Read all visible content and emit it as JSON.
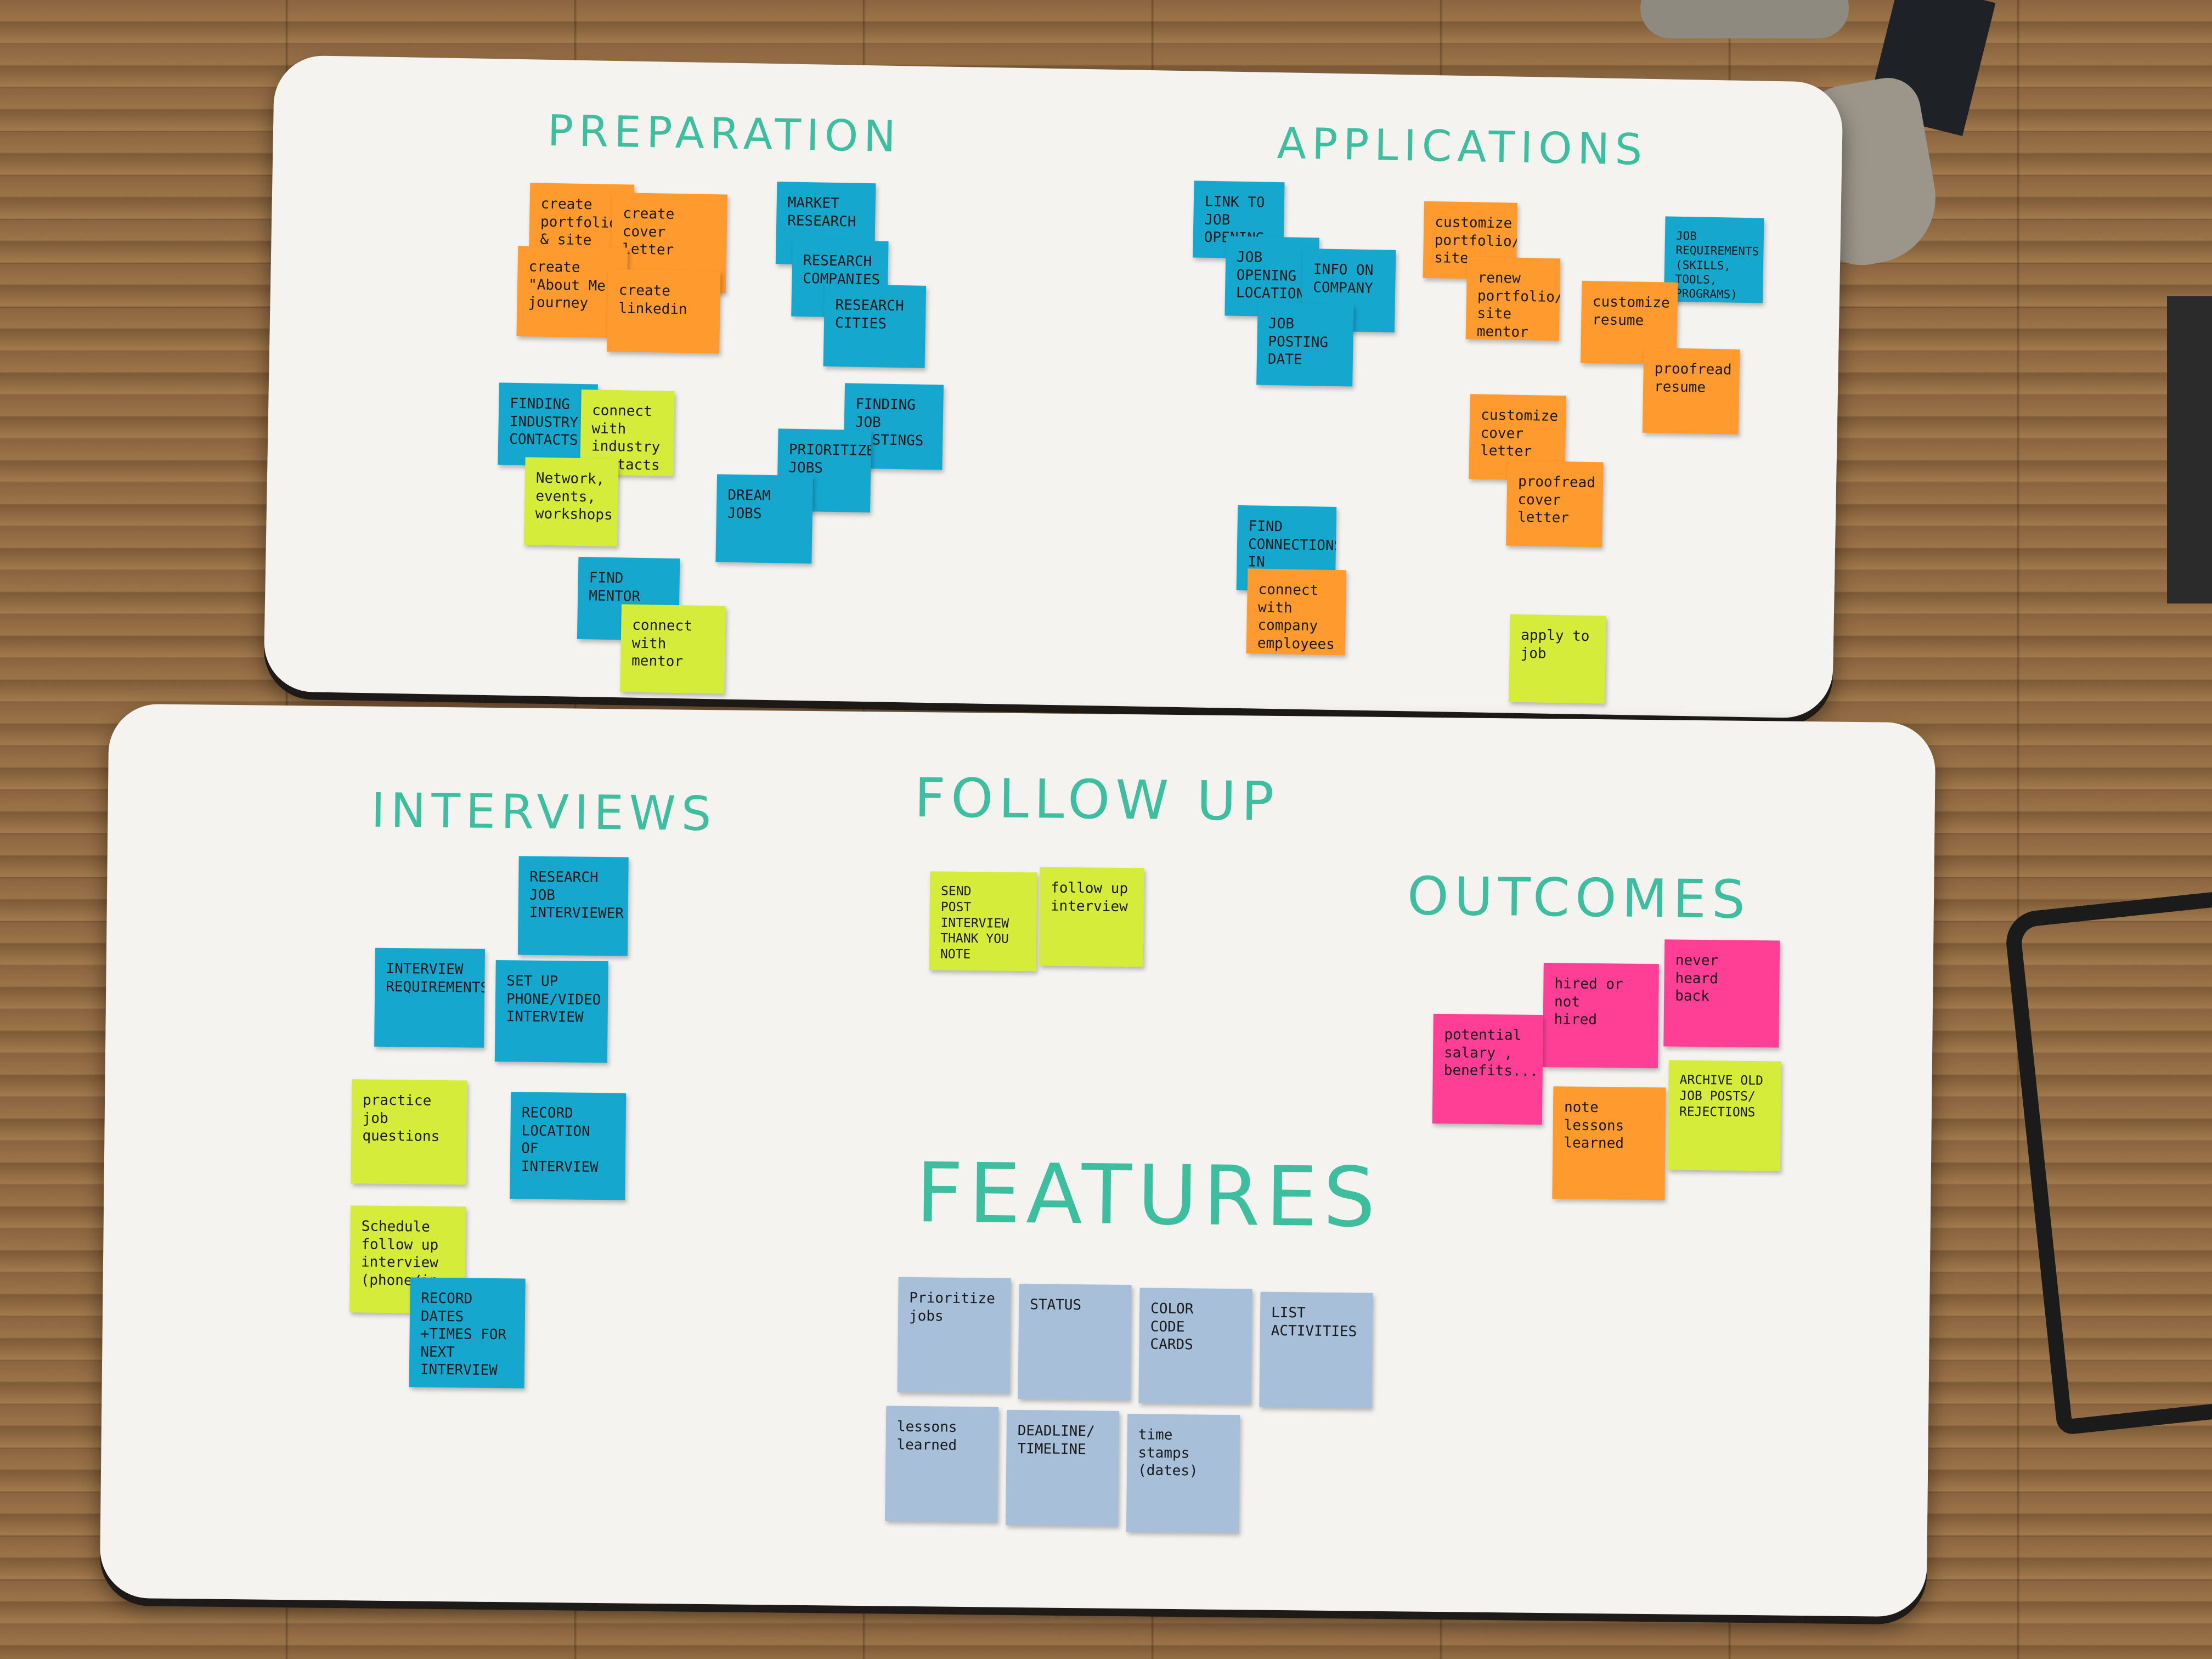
{
  "colors": {
    "heading": "#3dbf9f",
    "orange_note": "#ff9a2e",
    "blue_note": "#16a7cf",
    "yellow_note": "#d6ec3a",
    "pink_note": "#ff3f95",
    "grey_note": "#a7bfd8"
  },
  "headings": {
    "preparation": "PREPARATION",
    "applications": "APPLICATIONS",
    "interviews": "INTERVIEWS",
    "follow_up": "FOLLOW UP",
    "outcomes": "OUTCOMES",
    "features": "FEATURES"
  },
  "notes": {
    "create_portfolio": "create\nportfolio\n& site",
    "create_cover_letter": "create\ncover\nletter",
    "create_about_me": "create\n\"About Me\"\njourney",
    "create_linkedin": "create\nlinkedin",
    "market_research": "MARKET\nRESEARCH",
    "research_companies": "RESEARCH\nCOMPANIES",
    "research_cities": "RESEARCH\nCITIES",
    "finding_industry_contacts": "FINDING\nINDUSTRY\nCONTACTS",
    "connect_industry_contacts": "connect\nwith\nindustry\ncontacts",
    "network_events": "Network,\nevents,\nworkshops",
    "finding_job_postings": "FINDING\nJOB POSTINGS",
    "prioritize_jobs_prep": "PRIORITIZE\nJOBS",
    "dream_jobs": "DREAM\nJOBS",
    "find_mentor": "FIND\nMENTOR",
    "connect_mentor": "connect\nwith\nmentor",
    "link_to_job_opening": "LINK TO\nJOB\nOPENING",
    "job_opening_location": "JOB OPENING\nLOCATION",
    "info_on_company": "INFO ON\nCOMPANY",
    "job_posting_date": "JOB\nPOSTING\nDATE",
    "customize_portfolio": "customize\nportfolio/\nsite",
    "renew_portfolio": "renew\nportfolio/\nsite\nmentor",
    "job_requirements": "JOB\nREQUIREMENTS\n(SKILLS, TOOLS,\nPROGRAMS)",
    "customize_resume": "customize\nresume",
    "proofread_resume": "proofread\nresume",
    "customize_cover_letter": "customize\ncover\nletter",
    "proofread_cover_letter": "proofread\ncover\nletter",
    "find_connections": "FIND\nCONNECTIONS\nIN COMPANY",
    "connect_company_employees": "connect\nwith\ncompany\nemployees",
    "apply_to_job": "apply to\njob",
    "research_job_interviewer": "RESEARCH\nJOB\nINTERVIEWER",
    "interview_requirements": "INTERVIEW\nREQUIREMENTS",
    "set_up_phone_video": "SET UP\nPHONE/VIDEO\nINTERVIEW",
    "practice_job_questions": "practice\njob\nquestions",
    "record_location": "RECORD\nLOCATION OF\nINTERVIEW",
    "schedule_follow_up": "Schedule\nfollow up\ninterview\n(phone/in-",
    "record_dates_times": "RECORD DATES\n+TIMES FOR\nNEXT INTERVIEW",
    "send_thank_you": "SEND\nPOST INTERVIEW\nTHANK YOU\nNOTE",
    "follow_up_interview": "follow up\ninterview",
    "hired_or_not": "hired or\nnot\nhired",
    "never_heard_back": "never\nheard\nback",
    "potential_salary": "potential\nsalary ,\nbenefits...",
    "note_lessons_learned": "note\nlessons\nlearned",
    "archive_old_posts": "ARCHIVE OLD\nJOB POSTS/\nREJECTIONS",
    "prioritize_jobs": "Prioritize\njobs",
    "status": "STATUS",
    "color_code_cards": "COLOR\nCODE\nCARDS",
    "list_activities": "LIST\nACTIVITIES",
    "lessons_learned": "lessons\nlearned",
    "deadline_timeline": "DEADLINE/\nTIMELINE",
    "time_stamps": "time\nstamps\n(dates)"
  }
}
